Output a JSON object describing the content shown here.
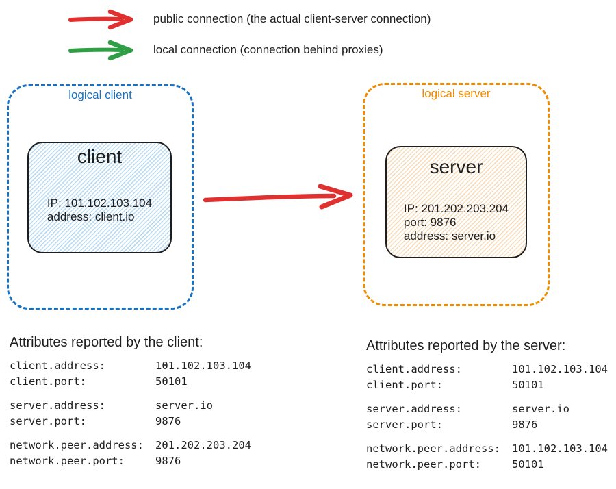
{
  "colors": {
    "public_connection": "#e03131",
    "local_connection": "#2f9e44",
    "logical_client_border": "#1971c2",
    "logical_server_border": "#f08c00",
    "ink": "#1e1e1e",
    "client_fill_hatch": "#b9dcf4",
    "server_fill_hatch": "#f8ddbb"
  },
  "legend": {
    "items": [
      {
        "icon": "red-arrow-right",
        "color": "#e03131",
        "label": "public connection (the actual client-server connection)"
      },
      {
        "icon": "green-arrow-right",
        "color": "#2f9e44",
        "label": "local connection (connection behind proxies)"
      }
    ]
  },
  "diagram": {
    "logical_client": {
      "label": "logical client",
      "node": {
        "title": "client",
        "lines": [
          "IP: 101.102.103.104",
          "address: client.io"
        ]
      }
    },
    "logical_server": {
      "label": "logical server",
      "node": {
        "title": "server",
        "lines": [
          "IP: 201.202.203.204",
          "port: 9876",
          "address: server.io"
        ]
      }
    },
    "connection_arrow": {
      "type": "public connection",
      "color": "#e03131",
      "from": "client",
      "to": "server"
    }
  },
  "attributes": {
    "client": {
      "heading": "Attributes reported by the client:",
      "groups": [
        [
          {
            "key": "client.address:",
            "value": "101.102.103.104"
          },
          {
            "key": "client.port:",
            "value": "50101"
          }
        ],
        [
          {
            "key": "server.address:",
            "value": "server.io"
          },
          {
            "key": "server.port:",
            "value": "9876"
          }
        ],
        [
          {
            "key": "network.peer.address:",
            "value": "201.202.203.204"
          },
          {
            "key": "network.peer.port:",
            "value": "9876"
          }
        ]
      ]
    },
    "server": {
      "heading": "Attributes reported by the server:",
      "groups": [
        [
          {
            "key": "client.address:",
            "value": "101.102.103.104"
          },
          {
            "key": "client.port:",
            "value": "50101"
          }
        ],
        [
          {
            "key": "server.address:",
            "value": "server.io"
          },
          {
            "key": "server.port:",
            "value": "9876"
          }
        ],
        [
          {
            "key": "network.peer.address:",
            "value": "101.102.103.104"
          },
          {
            "key": "network.peer.port:",
            "value": "50101"
          }
        ]
      ]
    }
  }
}
